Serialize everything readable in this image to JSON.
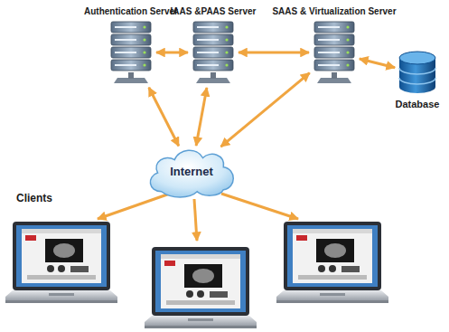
{
  "diagram": {
    "nodes": [
      {
        "text": [
          "Authentication Server"
        ]
      },
      {
        "text": [
          "IAAS &PAAS Server"
        ]
      },
      {
        "text": [
          "SAAS & Virtualization Server"
        ]
      },
      {
        "text": [
          "Database"
        ]
      },
      {
        "text": [
          "Internet"
        ]
      }
    ],
    "edges": [
      {
        "from": 0,
        "to": 1,
        "arrow": "both"
      },
      {
        "from": 1,
        "to": 2,
        "arrow": "both"
      },
      {
        "from": 2,
        "to": 3,
        "arrow": "both"
      },
      {
        "from": 0,
        "to": 4,
        "arrow": "both"
      },
      {
        "from": 1,
        "to": 4,
        "arrow": "both"
      },
      {
        "from": 2,
        "to": 4,
        "arrow": "both"
      }
    ],
    "labels": [
      "Clients"
    ]
  }
}
